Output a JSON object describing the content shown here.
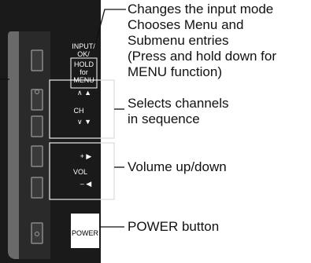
{
  "panel": {
    "labels": {
      "input_ok": "INPUT/\nOK/",
      "hold_for_menu": "HOLD\nfor\nMENU",
      "up_arrows": "∧ ▲",
      "ch": "CH",
      "down_arrows": "∨ ▼",
      "plus_right": "+ ▶",
      "vol": "VOL",
      "minus_left": "– ◀",
      "power": "POWER"
    }
  },
  "callouts": {
    "input_mode": "Changes the input mode\nChooses Menu and\nSubmenu entries\n(Press and hold down for\nMENU function)",
    "channels": "Selects channels\nin sequence",
    "volume": "Volume up/down",
    "power": "POWER button"
  },
  "colors": {
    "panel": "#1a1a1a",
    "button": "#3a3a3a",
    "line": "#111111"
  }
}
